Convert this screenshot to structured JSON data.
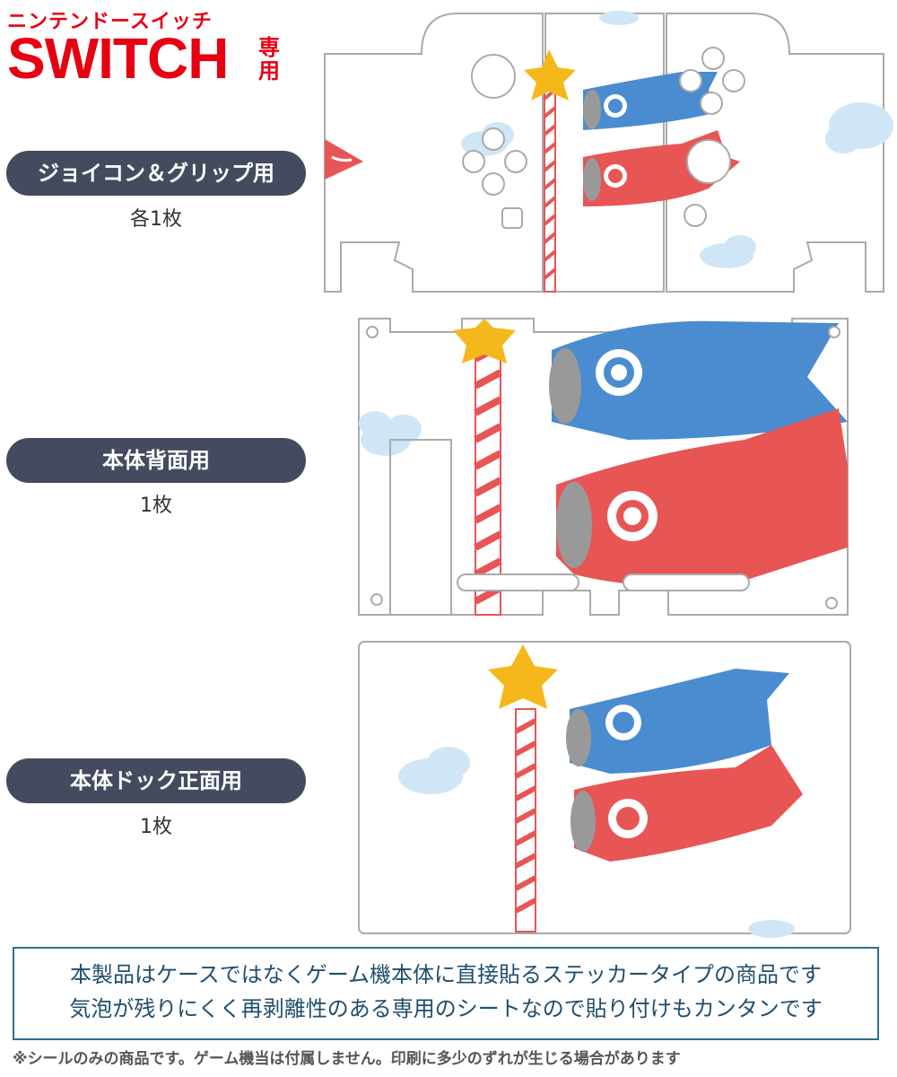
{
  "brand": {
    "subtitle": "ニンテンドースイッチ",
    "title": "SWITCH",
    "suffix": "専用"
  },
  "sections": [
    {
      "label": "ジョイコン＆グリップ用",
      "quantity": "各1枚"
    },
    {
      "label": "本体背面用",
      "quantity": "1枚"
    },
    {
      "label": "本体ドック正面用",
      "quantity": "1枚"
    }
  ],
  "notice": {
    "line1": "本製品はケースではなくゲーム機本体に直接貼るステッカータイプの商品です",
    "line2": "気泡が残りにくく再剥離性のある専用のシートなので貼り付けもカンタンです"
  },
  "footnote": "※シールのみの商品です。ゲーム機当は付属しません。印刷に多少のずれが生じる場合があります",
  "colors": {
    "blue_carp": "#4a8ccf",
    "red_carp": "#e85555",
    "star": "#f5b81c",
    "cloud": "#cfe6f6",
    "outline": "#aaaaaa",
    "pill_bg": "#444b5e",
    "brand_red": "#e60012",
    "notice_border": "#2f6f8f"
  }
}
